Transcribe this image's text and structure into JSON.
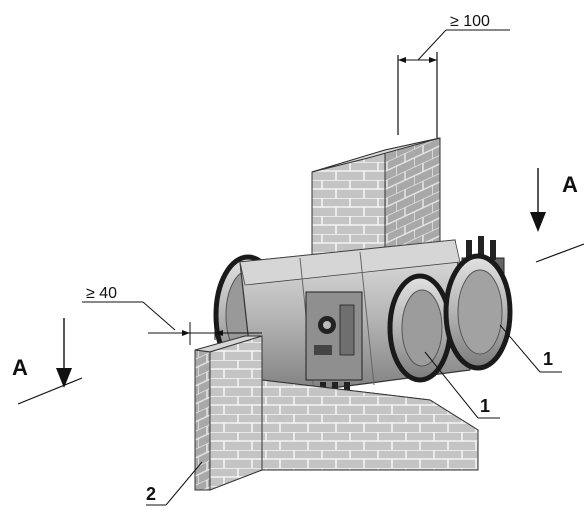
{
  "dimensions": {
    "top_clearance": "≥ 100",
    "side_clearance": "≥ 40"
  },
  "section_marks": {
    "left": "A",
    "right": "A"
  },
  "callouts": {
    "damper_front": "1",
    "damper_back": "1",
    "wall": "2"
  },
  "colors": {
    "brick_fill": "#bdbdbd",
    "mortar": "#ffffff",
    "metal": "#a9a9a9",
    "gasket": "#1a1a1a",
    "line": "#111111"
  }
}
